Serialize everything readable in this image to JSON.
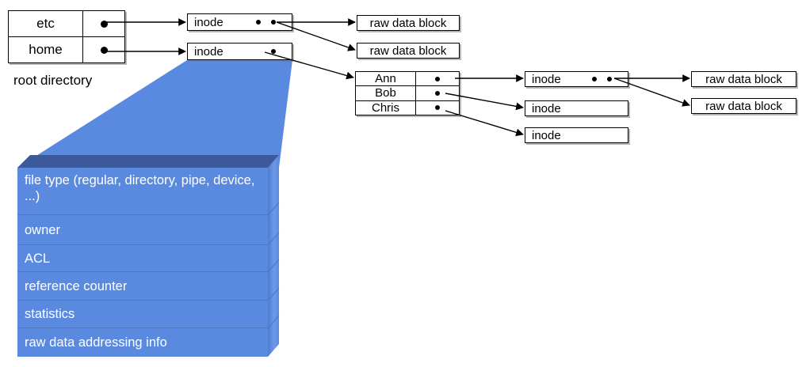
{
  "diagram": {
    "title_caption": "root directory",
    "root_directory": {
      "rows": [
        {
          "name": "etc",
          "pointer": "dot"
        },
        {
          "name": "home",
          "pointer": "dot"
        }
      ]
    },
    "home_directory": {
      "rows": [
        {
          "name": "Ann",
          "pointer": "dot"
        },
        {
          "name": "Bob",
          "pointer": "dot"
        },
        {
          "name": "Chris",
          "pointer": "dot"
        }
      ]
    },
    "inodes": {
      "etc_inode": {
        "label": "inode",
        "pointer_count": 2
      },
      "home_inode": {
        "label": "inode",
        "pointer_count": 1
      },
      "ann_inode": {
        "label": "inode",
        "pointer_count": 2
      },
      "bob_inode": {
        "label": "inode",
        "pointer_count": 0
      },
      "chris_inode": {
        "label": "inode",
        "pointer_count": 0
      }
    },
    "raw_data_blocks": {
      "etc_block_1": "raw data block",
      "etc_block_2": "raw data block",
      "ann_block_1": "raw data block",
      "ann_block_2": "raw data block"
    },
    "inode_detail": {
      "fields": [
        "file type (regular, directory, pipe, device, ...)",
        "owner",
        "ACL",
        "reference counter",
        "statistics",
        "raw data addressing info"
      ]
    },
    "colors": {
      "block_front": "#5a8adf",
      "block_top": "#3c5a9b",
      "block_side": "#5d8ce0",
      "funnel": "#5a8adf",
      "line": "#000000",
      "box_border": "#000000",
      "box_fill": "#ffffff",
      "text": "#000000",
      "field_text": "#ffffff"
    }
  }
}
